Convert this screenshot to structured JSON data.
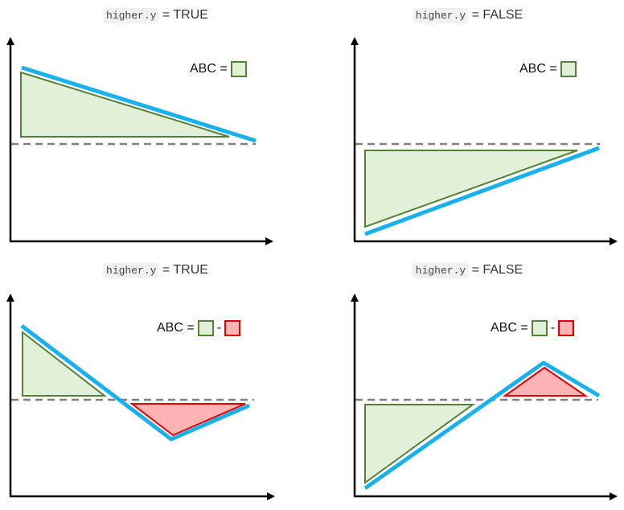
{
  "colors": {
    "positive_fill": "#e2efd9",
    "positive_stroke": "#548235",
    "negative_fill": "#ffb3b3",
    "negative_stroke": "#e00000",
    "line": "#1ab0ec",
    "baseline": "#808080",
    "axis": "#000000"
  },
  "panels": [
    {
      "code": "higher.y",
      "title_suffix": " = TRUE",
      "legend_prefix": "ABC =",
      "legend_sep": "-"
    },
    {
      "code": "higher.y",
      "title_suffix": " = FALSE",
      "legend_prefix": "ABC =",
      "legend_sep": "-"
    },
    {
      "code": "higher.y",
      "title_suffix": " = TRUE",
      "legend_prefix": "ABC =",
      "legend_sep": "-"
    },
    {
      "code": "higher.y",
      "title_suffix": " = FALSE",
      "legend_prefix": "ABC =",
      "legend_sep": "-"
    }
  ]
}
